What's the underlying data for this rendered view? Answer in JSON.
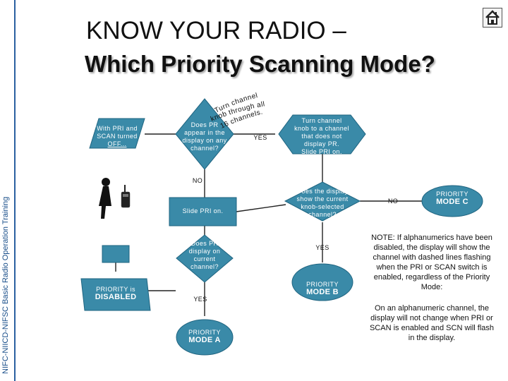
{
  "sidebar": {
    "text": "NIFC-NIICD-NIFSC Basic Radio Operation Training"
  },
  "title": {
    "line1": "KNOW YOUR RADIO –",
    "line2": "Which Priority Scanning Mode?"
  },
  "nodes": {
    "start": {
      "line1": "With PRI and",
      "line2": "SCAN turned",
      "line3": "OFF..."
    },
    "d1": {
      "line1": "Does PR",
      "line2": "appear in the",
      "line3": "display on any",
      "line4": "channel?"
    },
    "d1_yes": "YES",
    "d1_no": "NO",
    "curved": {
      "line1": "Turn channel",
      "line2": "knob through all",
      "line3": "16 channels."
    },
    "r1": {
      "line1": "Turn channel",
      "line2": "knob to a channel",
      "line3": "that does not",
      "line4": "display PR.",
      "line5": "Slide PRI on."
    },
    "slide": "Slide PRI on.",
    "d2": {
      "line1": "Does the display",
      "line2": "show the current",
      "line3": "knob-selected",
      "line4": "channel?"
    },
    "d2_no": "NO",
    "d2_yes": "YES",
    "modeC": {
      "small": "PRIORITY",
      "big": "MODE C"
    },
    "modeB": {
      "small": "PRIORITY",
      "big": "MODE B"
    },
    "d3": {
      "line1": "Does PR",
      "line2": "display on",
      "line3": "current",
      "line4": "channel?"
    },
    "d3_yes": "YES",
    "disabled": {
      "small": "PRIORITY is",
      "big": "DISABLED"
    },
    "modeA": {
      "small": "PRIORITY",
      "big": "MODE A"
    }
  },
  "note": {
    "p1": "NOTE:  If alphanumerics have been disabled, the display will show the channel with dashed lines flashing when the PRI or SCAN switch is enabled, regardless of the Priority Mode:",
    "p2": "On an alphanumeric channel, the display will not change when PRI or SCAN is enabled and SCN will flash in the display."
  },
  "colors": {
    "shape": "#3a8aa8",
    "shape_stroke": "#1f6480",
    "line": "#222222",
    "sidebar": "#2a5fa0"
  },
  "icons": [
    "home-icon",
    "radio-person-icon"
  ]
}
